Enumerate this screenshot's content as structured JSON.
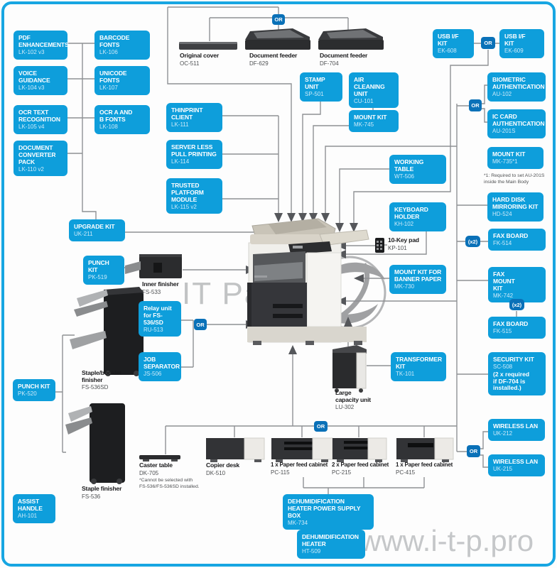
{
  "page": {
    "watermark_center": "IT Partner",
    "watermark_site": "www.i-t-p.pro"
  },
  "badges": {
    "or": "OR",
    "x2": "(x2)"
  },
  "colors": {
    "box_blue": "#0e9edb",
    "badge_blue": "#0a71b8",
    "frame_blue": "#17a6e2",
    "line_gray": "#8f9194",
    "arrow_gray": "#55575b"
  },
  "boxes": [
    {
      "title": "PDF ENHANCEMENTS",
      "code": "LK-102 v3"
    },
    {
      "title": "VOICE GUIDANCE",
      "code": "LK-104 v3"
    },
    {
      "title": "OCR TEXT RECOGNITION",
      "code": "LK-105 v4"
    },
    {
      "title": "DOCUMENT CONVERTER PACK",
      "code": "LK-110 v2"
    },
    {
      "title": "BARCODE FONTS",
      "code": "LK-106"
    },
    {
      "title": "UNICODE FONTS",
      "code": "LK-107"
    },
    {
      "title": "OCR A AND B FONTS",
      "code": "LK-108"
    },
    {
      "title": "THINPRINT CLIENT",
      "code": "LK-111"
    },
    {
      "title": "SERVER LESS PULL PRINTING",
      "code": "LK-114"
    },
    {
      "title": "TRUSTED PLATFORM MODULE",
      "code": "LK-115 v2"
    },
    {
      "title": "UPGRADE KIT",
      "code": "UK-211"
    },
    {
      "title": "PUNCH KIT",
      "code": "PK-519"
    },
    {
      "title": "Relay unit for FS-536/SD",
      "code": "RU-513"
    },
    {
      "title": "JOB SEPARATOR",
      "code": "JS-506"
    },
    {
      "title": "PUNCH KIT",
      "code": "PK-520"
    },
    {
      "title": "ASSIST HANDLE",
      "code": "AH-101"
    },
    {
      "title": "STAMP UNIT",
      "code": "SP-501"
    },
    {
      "title": "AIR CLEANING UNIT",
      "code": "CU-101"
    },
    {
      "title": "MOUNT KIT",
      "code": "MK-745"
    },
    {
      "title": "WORKING TABLE",
      "code": "WT-506"
    },
    {
      "title": "KEYBOARD HOLDER",
      "code": "KH-102"
    },
    {
      "title": "MOUNT KIT FOR BANNER PAPER",
      "code": "MK-730"
    },
    {
      "title": "TRANSFORMER KIT",
      "code": "TK-101"
    },
    {
      "title": "USB I/F KIT",
      "code": "EK-608"
    },
    {
      "title": "USB I/F KIT",
      "code": "EK-609"
    },
    {
      "title": "BIOMETRIC AUTHENTICATION",
      "code": "AU-102"
    },
    {
      "title": "IC CARD AUTHENTICATION",
      "code": "AU-201S"
    },
    {
      "title": "MOUNT KIT",
      "code": "MK-735*1"
    },
    {
      "title": "HARD DISK MIRRORING KIT",
      "code": "HD-524"
    },
    {
      "title": "FAX BOARD",
      "code": "FK-514"
    },
    {
      "title": "FAX MOUNT KIT",
      "code": "MK-742"
    },
    {
      "title": "FAX BOARD",
      "code": "FK-515"
    },
    {
      "title": "SECURITY KIT",
      "code": "SC-508",
      "extra": "(2 x required if DF-704 is installed.)"
    },
    {
      "title": "WIRELESS LAN",
      "code": "UK-212"
    },
    {
      "title": "WIRELESS LAN",
      "code": "UK-215"
    },
    {
      "title": "DEHUMIDIFICATION HEATER POWER SUPPLY BOX",
      "code": "MK-734"
    },
    {
      "title": "DEHUMIDIFICATION HEATER",
      "code": "HT-509"
    }
  ],
  "devices": [
    {
      "name": "Original cover",
      "code": "OC-511"
    },
    {
      "name": "Document feeder",
      "code": "DF-629"
    },
    {
      "name": "Document feeder",
      "code": "DF-704"
    },
    {
      "name": "Inner finisher",
      "code": "FS-533"
    },
    {
      "name": "Staple/booklet finisher",
      "code": "FS-536SD"
    },
    {
      "name": "Staple finisher",
      "code": "FS-536"
    },
    {
      "name": "10-Key pad",
      "code": "KP-101"
    },
    {
      "name": "Large capacity unit",
      "code": "LU-302"
    },
    {
      "name": "Caster table",
      "code": "DK-705",
      "note": "*Cannot be selected with FS-536/FS-536SD installed."
    },
    {
      "name": "Copier desk",
      "code": "DK-510"
    },
    {
      "name": "1 x Paper feed cabinet",
      "code": "PC-115"
    },
    {
      "name": "2 x Paper feed cabinet",
      "code": "PC-215"
    },
    {
      "name": "1 x Paper feed cabinet",
      "code": "PC-415"
    }
  ],
  "notes": {
    "mk735": "*1: Required to set AU-201S inside the Main Body"
  }
}
